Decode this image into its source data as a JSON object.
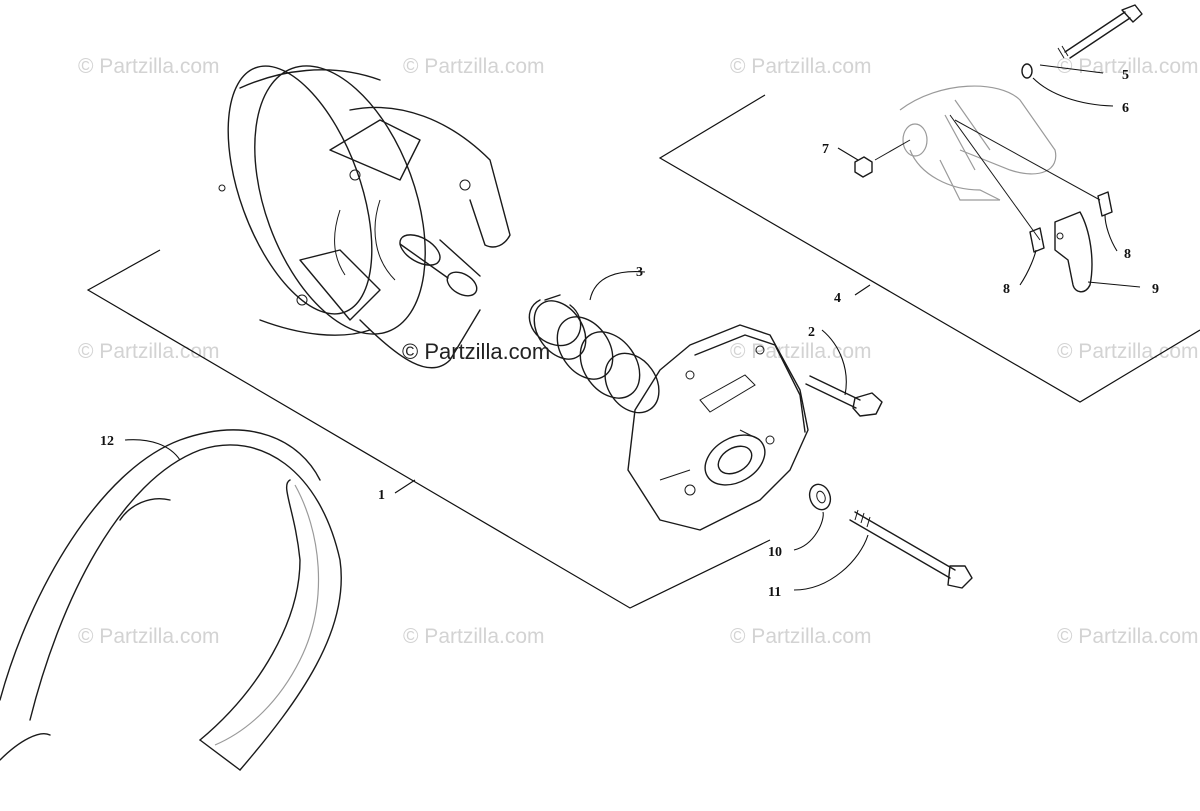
{
  "watermark": {
    "text": "© Partzilla.com",
    "center_text": "© Partzilla.com"
  },
  "callouts": {
    "c1": "1",
    "c2": "2",
    "c3": "3",
    "c4": "4",
    "c5": "5",
    "c6": "6",
    "c7": "7",
    "c8a": "8",
    "c8b": "8",
    "c9": "9",
    "c10": "10",
    "c11": "11",
    "c12": "12"
  }
}
